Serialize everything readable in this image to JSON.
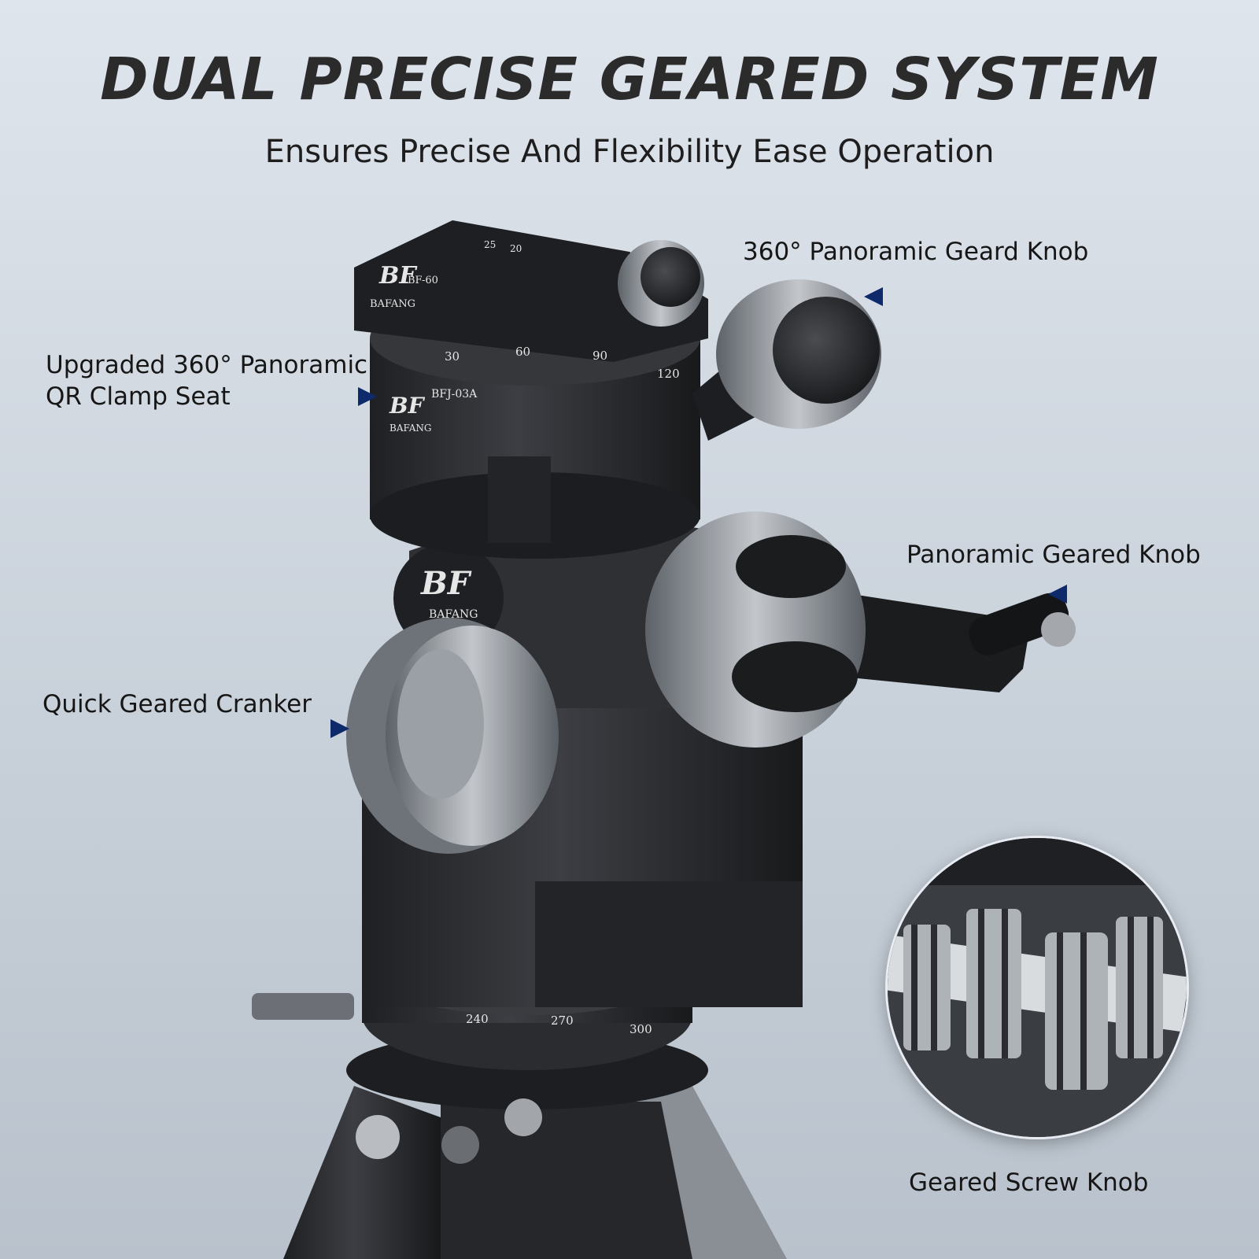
{
  "header": {
    "title": "DUAL PRECISE GEARED SYSTEM",
    "subtitle": "Ensures Precise And Flexibility Ease Operation"
  },
  "callouts": {
    "panoramic_top_knob": "360° Panoramic Geard Knob",
    "clamp_seat_line1": "Upgraded 360° Panoramic",
    "clamp_seat_line2": "QR Clamp Seat",
    "panoramic_geared_knob": "Panoramic Geared Knob",
    "quick_cranker": "Quick Geared Cranker",
    "geared_screw_knob": "Geared Screw Knob"
  },
  "engravings": {
    "brand": "BAFANG",
    "logo": "BF",
    "clamp_model": "BF-60",
    "base_model": "BFJ-03A",
    "scale_top": [
      "25",
      "20"
    ],
    "scale_ring": [
      "30",
      "60",
      "90",
      "120"
    ],
    "scale_base": [
      "240",
      "270",
      "300"
    ]
  },
  "colors": {
    "accent_arrow": "#0e2a6b",
    "title": "#2b2b2b",
    "body_metal": "#2a2b2e",
    "knob_silver": "#8c9197"
  }
}
